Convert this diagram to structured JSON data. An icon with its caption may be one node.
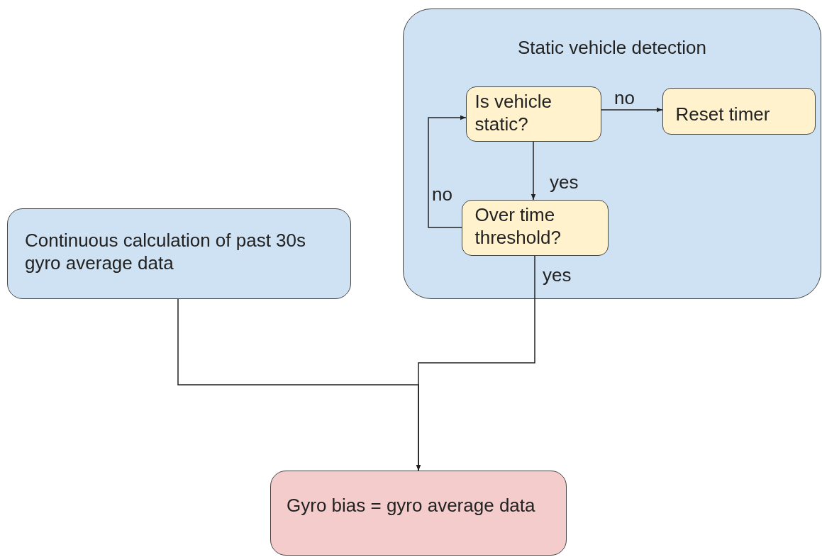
{
  "diagram": {
    "nodes": [
      {
        "text": [
          "Static vehicle detection"
        ]
      },
      {
        "text": [
          "Is vehicle static?"
        ],
        "in": 0
      },
      {
        "text": [
          "Reset timer"
        ],
        "in": 0
      },
      {
        "text": [
          "Over time threshold?"
        ],
        "in": 0
      },
      {
        "text": [
          "Continuous calculation of past 30s gyro average data"
        ]
      },
      {
        "text": [
          "Gyro bias = gyro average data"
        ]
      }
    ],
    "edges": [
      {
        "from": 1,
        "to": 2,
        "arrow": "to",
        "label": "no"
      },
      {
        "from": 1,
        "to": 3,
        "arrow": "to",
        "label": "yes"
      },
      {
        "from": 3,
        "to": 1,
        "arrow": "to",
        "label": "no"
      },
      {
        "from": 3,
        "to": 5,
        "arrow": "to",
        "label": "yes"
      },
      {
        "from": 4,
        "to": 5,
        "arrow": "to"
      }
    ]
  }
}
